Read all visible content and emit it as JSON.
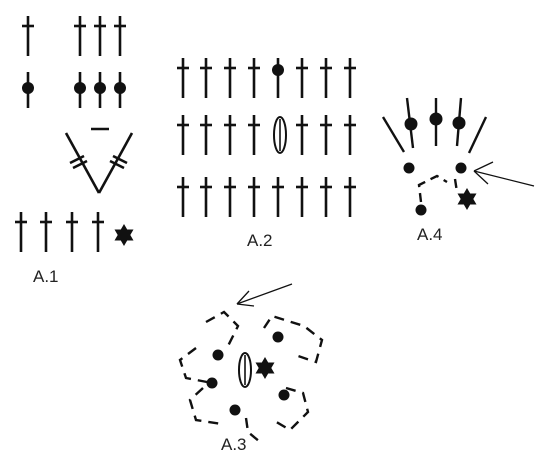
{
  "colors": {
    "ink": "#111111",
    "label": "#222222",
    "background": "#ffffff"
  },
  "labels": {
    "a1": "A.1",
    "a2": "A.2",
    "a3": "A.3",
    "a4": "A.4"
  },
  "symbols": [
    "treble-crochet",
    "chain-stitch-dot",
    "start-star",
    "joined-group-arc",
    "direction-arrow",
    "chain-loop-dashed"
  ]
}
